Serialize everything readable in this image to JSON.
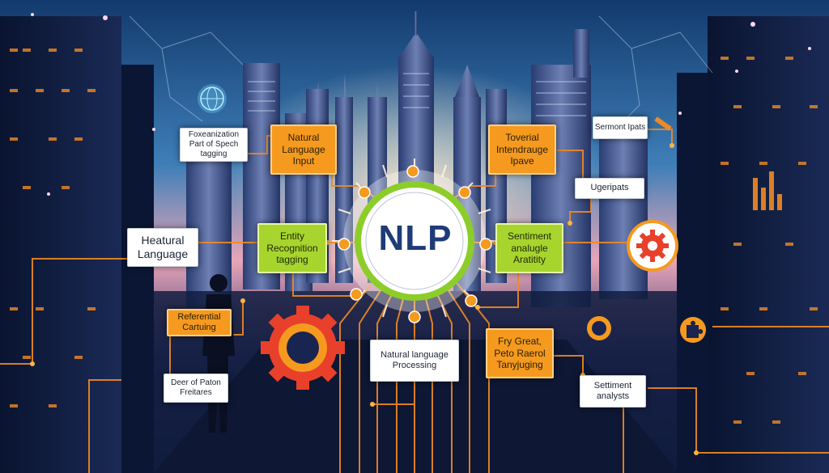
{
  "hub": {
    "label": "NLP"
  },
  "nodes": {
    "tokenization": "Foxeanization\nPart of Spech\ntagging",
    "natural_language_input": "Natural\nLanguage\nInput",
    "toverial_interface": "Toverial\nIntendrauge\nIpave",
    "sentiment_inputs": "Sermont Ipats",
    "user_inputs": "Ugeripats",
    "heatural_language": "Heatural\nLanguage",
    "entity_recognition": "Entity\nRecognition\ntagging",
    "sentiment_analysis_green": "Sentiment\nanalugle\nAratitity",
    "referential_carting": "Referential\nCartuing",
    "natural_language_processing": "Natural language\nProcessing",
    "fry_great": "Fry Great,\nPeto Raerol\nTanyjuging",
    "deep_patch_features": "Deer of Paton\nFreitares",
    "sentiment_analysis": "Settiment\nanalysts"
  },
  "colors": {
    "orange": "#f59a1e",
    "green": "#a8d42e",
    "hub_ring": "#8ccd2a",
    "wire": "#f08a24",
    "navy": "#1f3b78",
    "gear_red": "#e8402a"
  },
  "icons": [
    "pencil-icon",
    "location-pin-icon",
    "gear-icon",
    "puzzle-icon",
    "globe-icon",
    "gear-cog-icon",
    "ring-icon",
    "person-silhouette-icon"
  ]
}
